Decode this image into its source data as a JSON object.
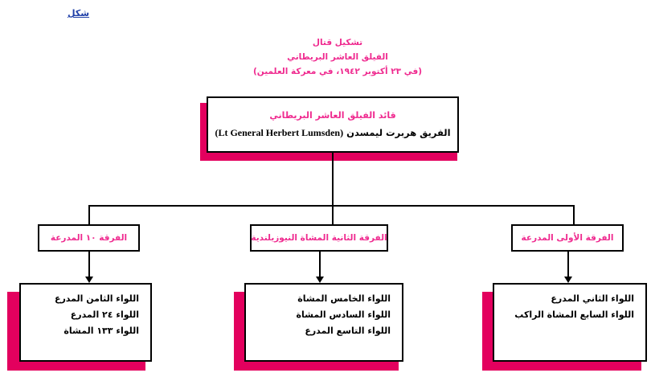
{
  "figure": {
    "label": "شكل"
  },
  "title": {
    "line1": "تشكيل قتال",
    "line2": "الفيلق العاشر البريطاني",
    "line3": "(في ٢٣ أكتوبر ١٩٤٢، في معركة العلمين)"
  },
  "root": {
    "title": "قائد الفيلق العاشر البريطاني",
    "name_ar": "الفريق هربرت ليمسدن",
    "name_en": "(Lt General  Herbert Lumsden)"
  },
  "divisions": [
    {
      "label": "الفرقة ١٠ المدرعة"
    },
    {
      "label": "الفرقة الثانية المشاة النيوزيلندية"
    },
    {
      "label": "الفرقة الأولى المدرعة"
    }
  ],
  "brigades": [
    {
      "lines": [
        "اللواء الثامن المدرع",
        "اللواء ٢٤ المدرع",
        "اللواء ١٣٣ المشاة"
      ]
    },
    {
      "lines": [
        "اللواء الخامس المشاة",
        "اللواء السادس المشاة",
        "اللواء التاسع المدرع"
      ]
    },
    {
      "lines": [
        "اللواء الثاني المدرع",
        "اللواء السابع المشاة الراكب"
      ]
    }
  ],
  "colors": {
    "accent_pink_text": "#ef2a8f",
    "accent_pink_shadow": "#e3005e",
    "figure_label_blue": "#1f3fa8",
    "line": "#000000",
    "background": "#ffffff"
  }
}
